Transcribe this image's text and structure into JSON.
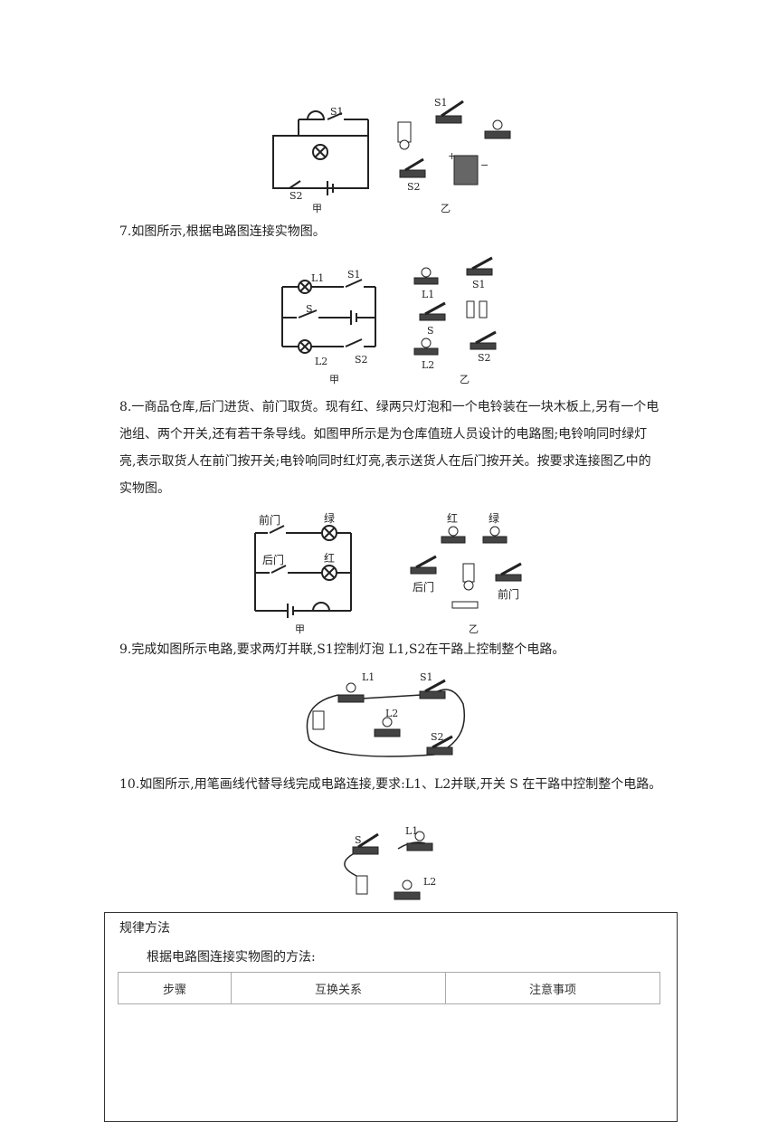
{
  "fig6": {
    "s1": "S1",
    "s2": "S2",
    "jia": "甲",
    "yi": "乙",
    "s1b": "S1",
    "s2b": "S2",
    "plus": "+",
    "minus": "−"
  },
  "q7": {
    "text": "7.如图所示,根据电路图连接实物图。"
  },
  "fig7": {
    "l1": "L1",
    "s1": "S1",
    "s": "S",
    "l2": "L2",
    "s2": "S2",
    "jia": "甲",
    "yi": "乙",
    "l1b": "L1",
    "s1b": "S1",
    "sb": "S",
    "l2b": "L2",
    "s2b": "S2"
  },
  "q8": {
    "text": "8.一商品仓库,后门进货、前门取货。现有红、绿两只灯泡和一个电铃装在一块木板上,另有一个电池组、两个开关,还有若干条导线。如图甲所示是为仓库值班人员设计的电路图;电铃响同时绿灯亮,表示取货人在前门按开关;电铃响同时红灯亮,表示送货人在后门按开关。按要求连接图乙中的实物图。"
  },
  "fig8": {
    "qian": "前门",
    "lv": "绿",
    "hou": "后门",
    "hong": "红",
    "jia": "甲",
    "yi": "乙",
    "hong_b": "红",
    "lv_b": "绿",
    "hou_b": "后门",
    "qian_b": "前门"
  },
  "q9": {
    "text": "9.完成如图所示电路,要求两灯并联,S1控制灯泡 L1,S2在干路上控制整个电路。"
  },
  "fig9": {
    "l1": "L1",
    "s1": "S1",
    "l2": "L2",
    "s2": "S2"
  },
  "q10": {
    "text": "10.如图所示,用笔画线代替导线完成电路连接,要求:L1、L2并联,开关 S 在干路中控制整个电路。"
  },
  "fig10": {
    "s": "S",
    "l1": "L1",
    "l2": "L2"
  },
  "method": {
    "title": "规律方法",
    "intro": "根据电路图连接实物图的方法:",
    "headers": [
      "步骤",
      "互换关系",
      "注意事项"
    ]
  }
}
